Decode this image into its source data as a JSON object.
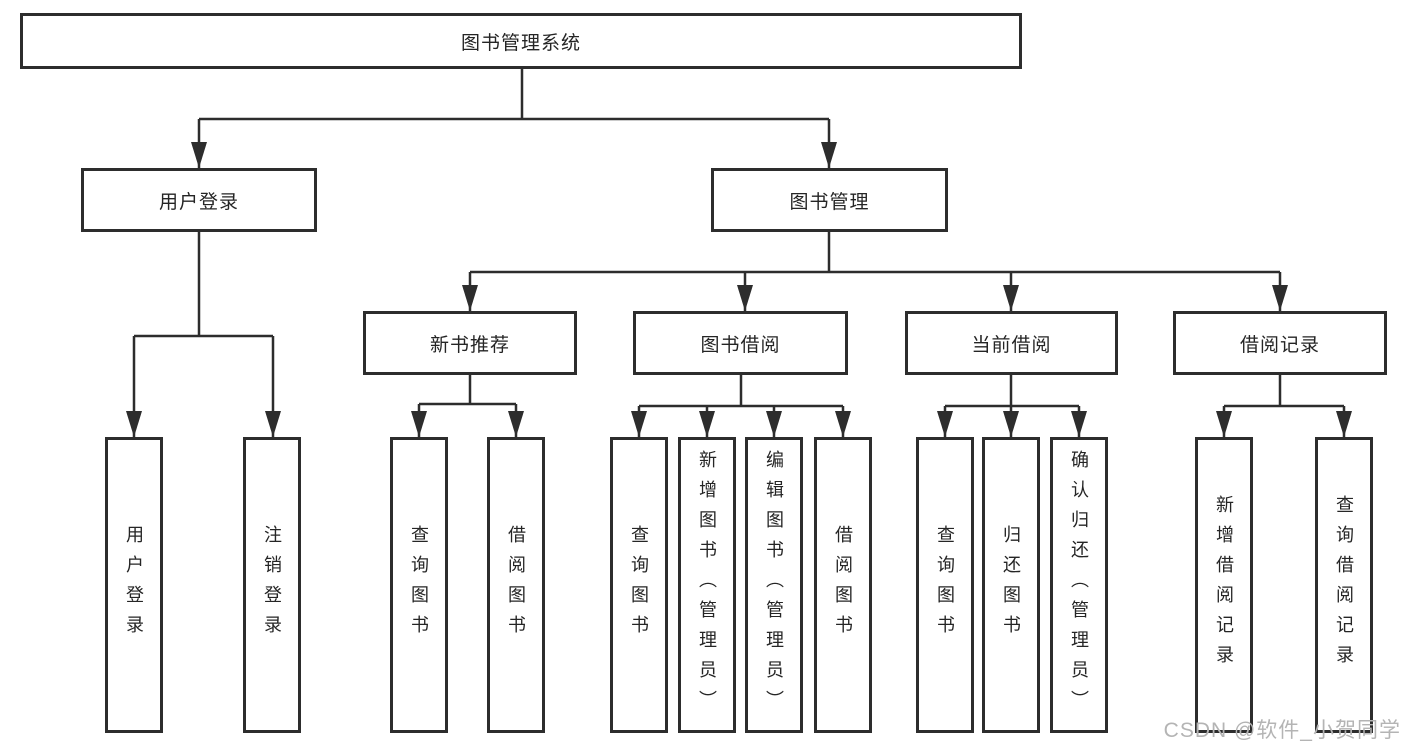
{
  "colors": {
    "background": "#ffffff",
    "box_border": "#2d2d2d",
    "connector_line": "#2d2d2d",
    "text": "#252525",
    "watermark": "#b4b4b4"
  },
  "watermark": {
    "text": "CSDN @软件_小贺同学"
  },
  "nodes": {
    "root": {
      "label": "图书管理系统"
    },
    "user_login": {
      "label": "用户登录"
    },
    "book_management": {
      "label": "图书管理"
    },
    "new_book_recommend": {
      "label": "新书推荐"
    },
    "book_borrow": {
      "label": "图书借阅"
    },
    "current_borrow": {
      "label": "当前借阅"
    },
    "borrow_records": {
      "label": "借阅记录"
    },
    "leaf_user_login": {
      "label": "用户登录"
    },
    "leaf_logout": {
      "label": "注销登录"
    },
    "leaf_recommend_query_books": {
      "label": "查询图书"
    },
    "leaf_recommend_borrow_books": {
      "label": "借阅图书"
    },
    "leaf_borrow_query_books": {
      "label": "查询图书"
    },
    "leaf_borrow_add_books_admin": {
      "label": "新增图书（管理员）"
    },
    "leaf_borrow_edit_books_admin": {
      "label": "编辑图书（管理员）"
    },
    "leaf_borrow_borrow_books": {
      "label": "借阅图书"
    },
    "leaf_current_query_books": {
      "label": "查询图书"
    },
    "leaf_current_return_books": {
      "label": "归还图书"
    },
    "leaf_current_confirm_return_admin": {
      "label": "确认归还（管理员）"
    },
    "leaf_records_add_record": {
      "label": "新增借阅记录"
    },
    "leaf_records_query_record": {
      "label": "查询借阅记录"
    }
  },
  "tree": {
    "root": "图书管理系统",
    "children": [
      {
        "label": "用户登录",
        "children": [
          "用户登录",
          "注销登录"
        ]
      },
      {
        "label": "图书管理",
        "children": [
          {
            "label": "新书推荐",
            "children": [
              "查询图书",
              "借阅图书"
            ]
          },
          {
            "label": "图书借阅",
            "children": [
              "查询图书",
              "新增图书（管理员）",
              "编辑图书（管理员）",
              "借阅图书"
            ]
          },
          {
            "label": "当前借阅",
            "children": [
              "查询图书",
              "归还图书",
              "确认归还（管理员）"
            ]
          },
          {
            "label": "借阅记录",
            "children": [
              "新增借阅记录",
              "查询借阅记录"
            ]
          }
        ]
      }
    ]
  }
}
